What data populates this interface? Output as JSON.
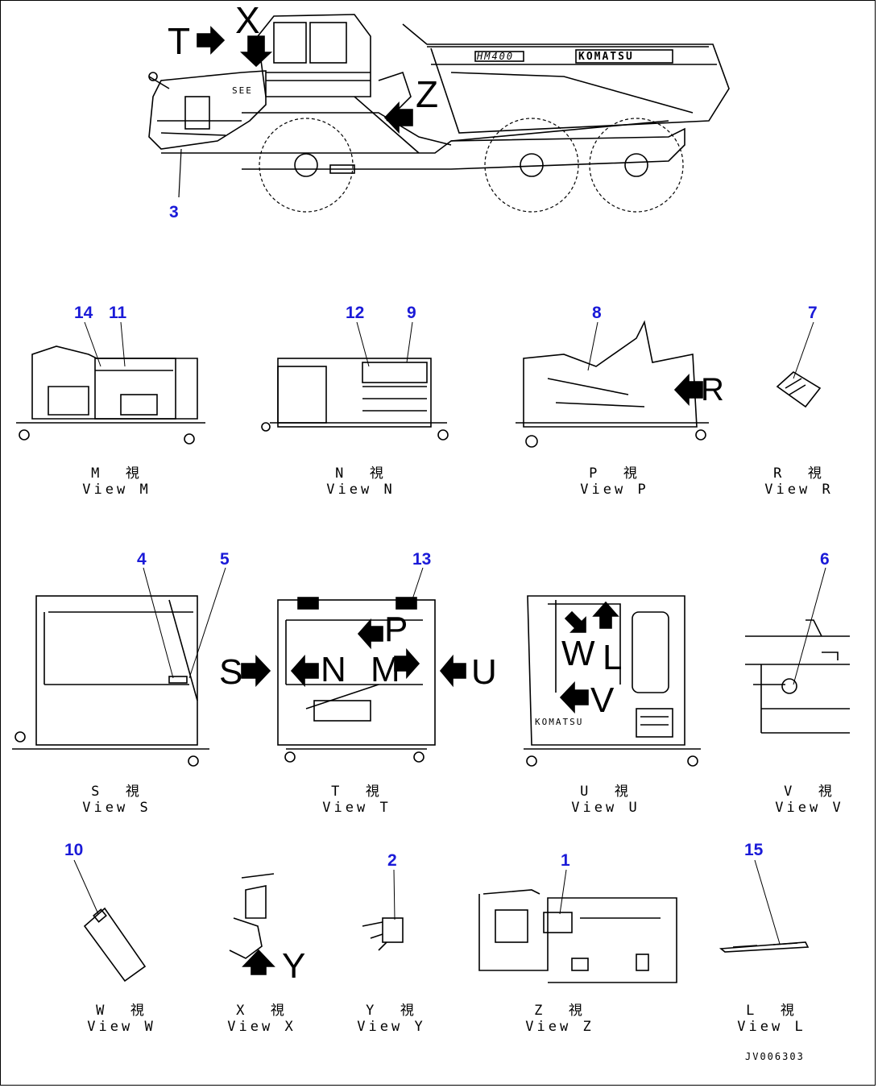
{
  "truck": {
    "body_text": "HM400",
    "brand_text": "KOMATSU",
    "side_text": "SEE",
    "view_arrows": [
      "T",
      "X",
      "Z"
    ]
  },
  "views": [
    {
      "id": "M",
      "jp": "M  視",
      "en": "View M"
    },
    {
      "id": "N",
      "jp": "N  視",
      "en": "View N"
    },
    {
      "id": "P",
      "jp": "P  視",
      "en": "View P"
    },
    {
      "id": "R",
      "jp": "R  視",
      "en": "View R"
    },
    {
      "id": "S",
      "jp": "S  視",
      "en": "View S"
    },
    {
      "id": "T",
      "jp": "T  視",
      "en": "View T"
    },
    {
      "id": "U",
      "jp": "U  視",
      "en": "View U"
    },
    {
      "id": "V",
      "jp": "V  視",
      "en": "View V"
    },
    {
      "id": "W",
      "jp": "W  視",
      "en": "View W"
    },
    {
      "id": "X",
      "jp": "X  視",
      "en": "View X"
    },
    {
      "id": "Y",
      "jp": "Y  視",
      "en": "View Y"
    },
    {
      "id": "Z",
      "jp": "Z  視",
      "en": "View Z"
    },
    {
      "id": "L",
      "jp": "L  視",
      "en": "View L"
    }
  ],
  "callouts": [
    "1",
    "2",
    "3",
    "4",
    "5",
    "6",
    "7",
    "8",
    "9",
    "10",
    "11",
    "12",
    "13",
    "14",
    "15"
  ],
  "view_t_letters": [
    "S",
    "N",
    "M",
    "P",
    "U"
  ],
  "view_u_letters": [
    "W",
    "L",
    "V"
  ],
  "other_letters": [
    "R",
    "Y"
  ],
  "cab_text": "KOMATSU",
  "drawing_code": "JV006303"
}
